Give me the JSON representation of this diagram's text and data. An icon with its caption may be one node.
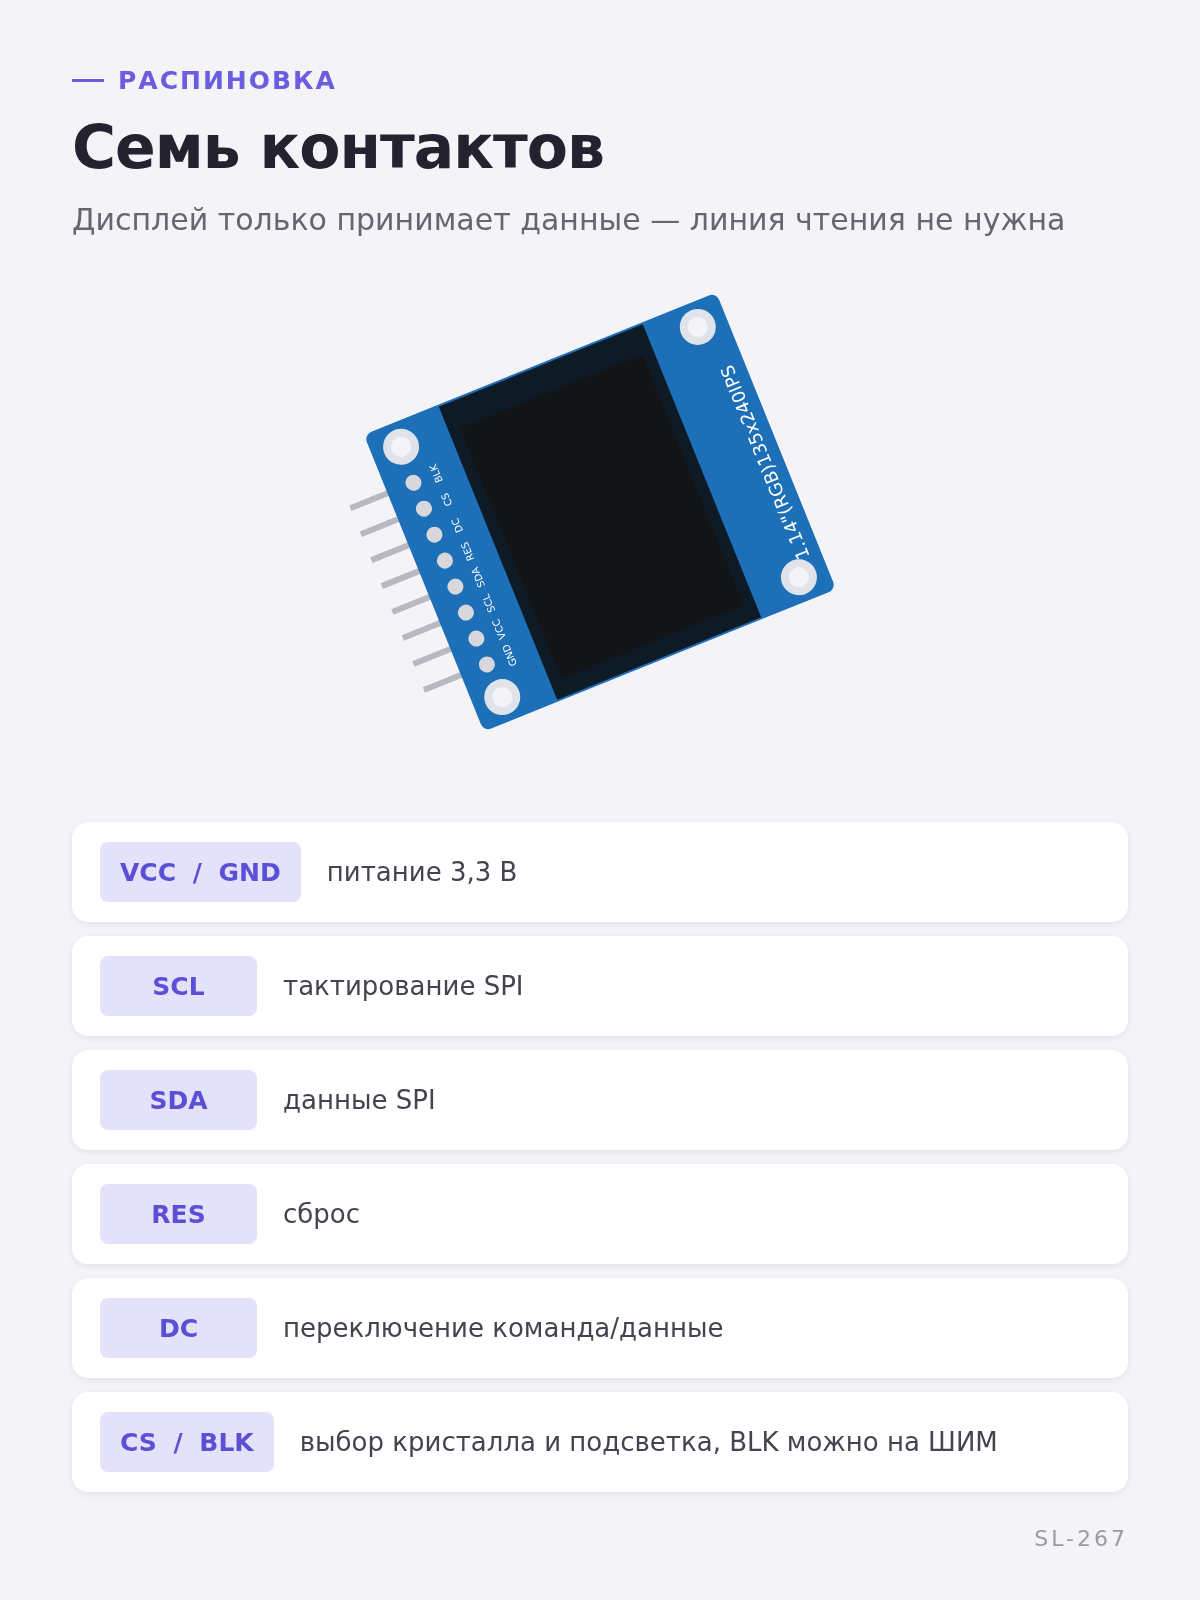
{
  "diagram": {
    "title": "Семь контактов",
    "nodes": [
      {
        "text": [
          "VCC / GND",
          "питание 3,3 В"
        ]
      },
      {
        "text": [
          "SCL",
          "тактирование SPI"
        ]
      },
      {
        "text": [
          "SDA",
          "данные SPI"
        ]
      },
      {
        "text": [
          "RES",
          "сброс"
        ]
      },
      {
        "text": [
          "DC",
          "переключение команда/данные"
        ]
      },
      {
        "text": [
          "CS / BLK",
          "выбор кристалла и подсветка, BLK можно на ШИМ"
        ]
      }
    ],
    "labels": [
      "РАСПИНОВКА",
      "Дисплей только принимает данные — линия чтения не нужна",
      "GND",
      "VCC",
      "SCL",
      "SDA",
      "RES",
      "DC",
      "CS",
      "BLK",
      "1.14\"(RGB)135x240IPS",
      "SL-267"
    ]
  }
}
